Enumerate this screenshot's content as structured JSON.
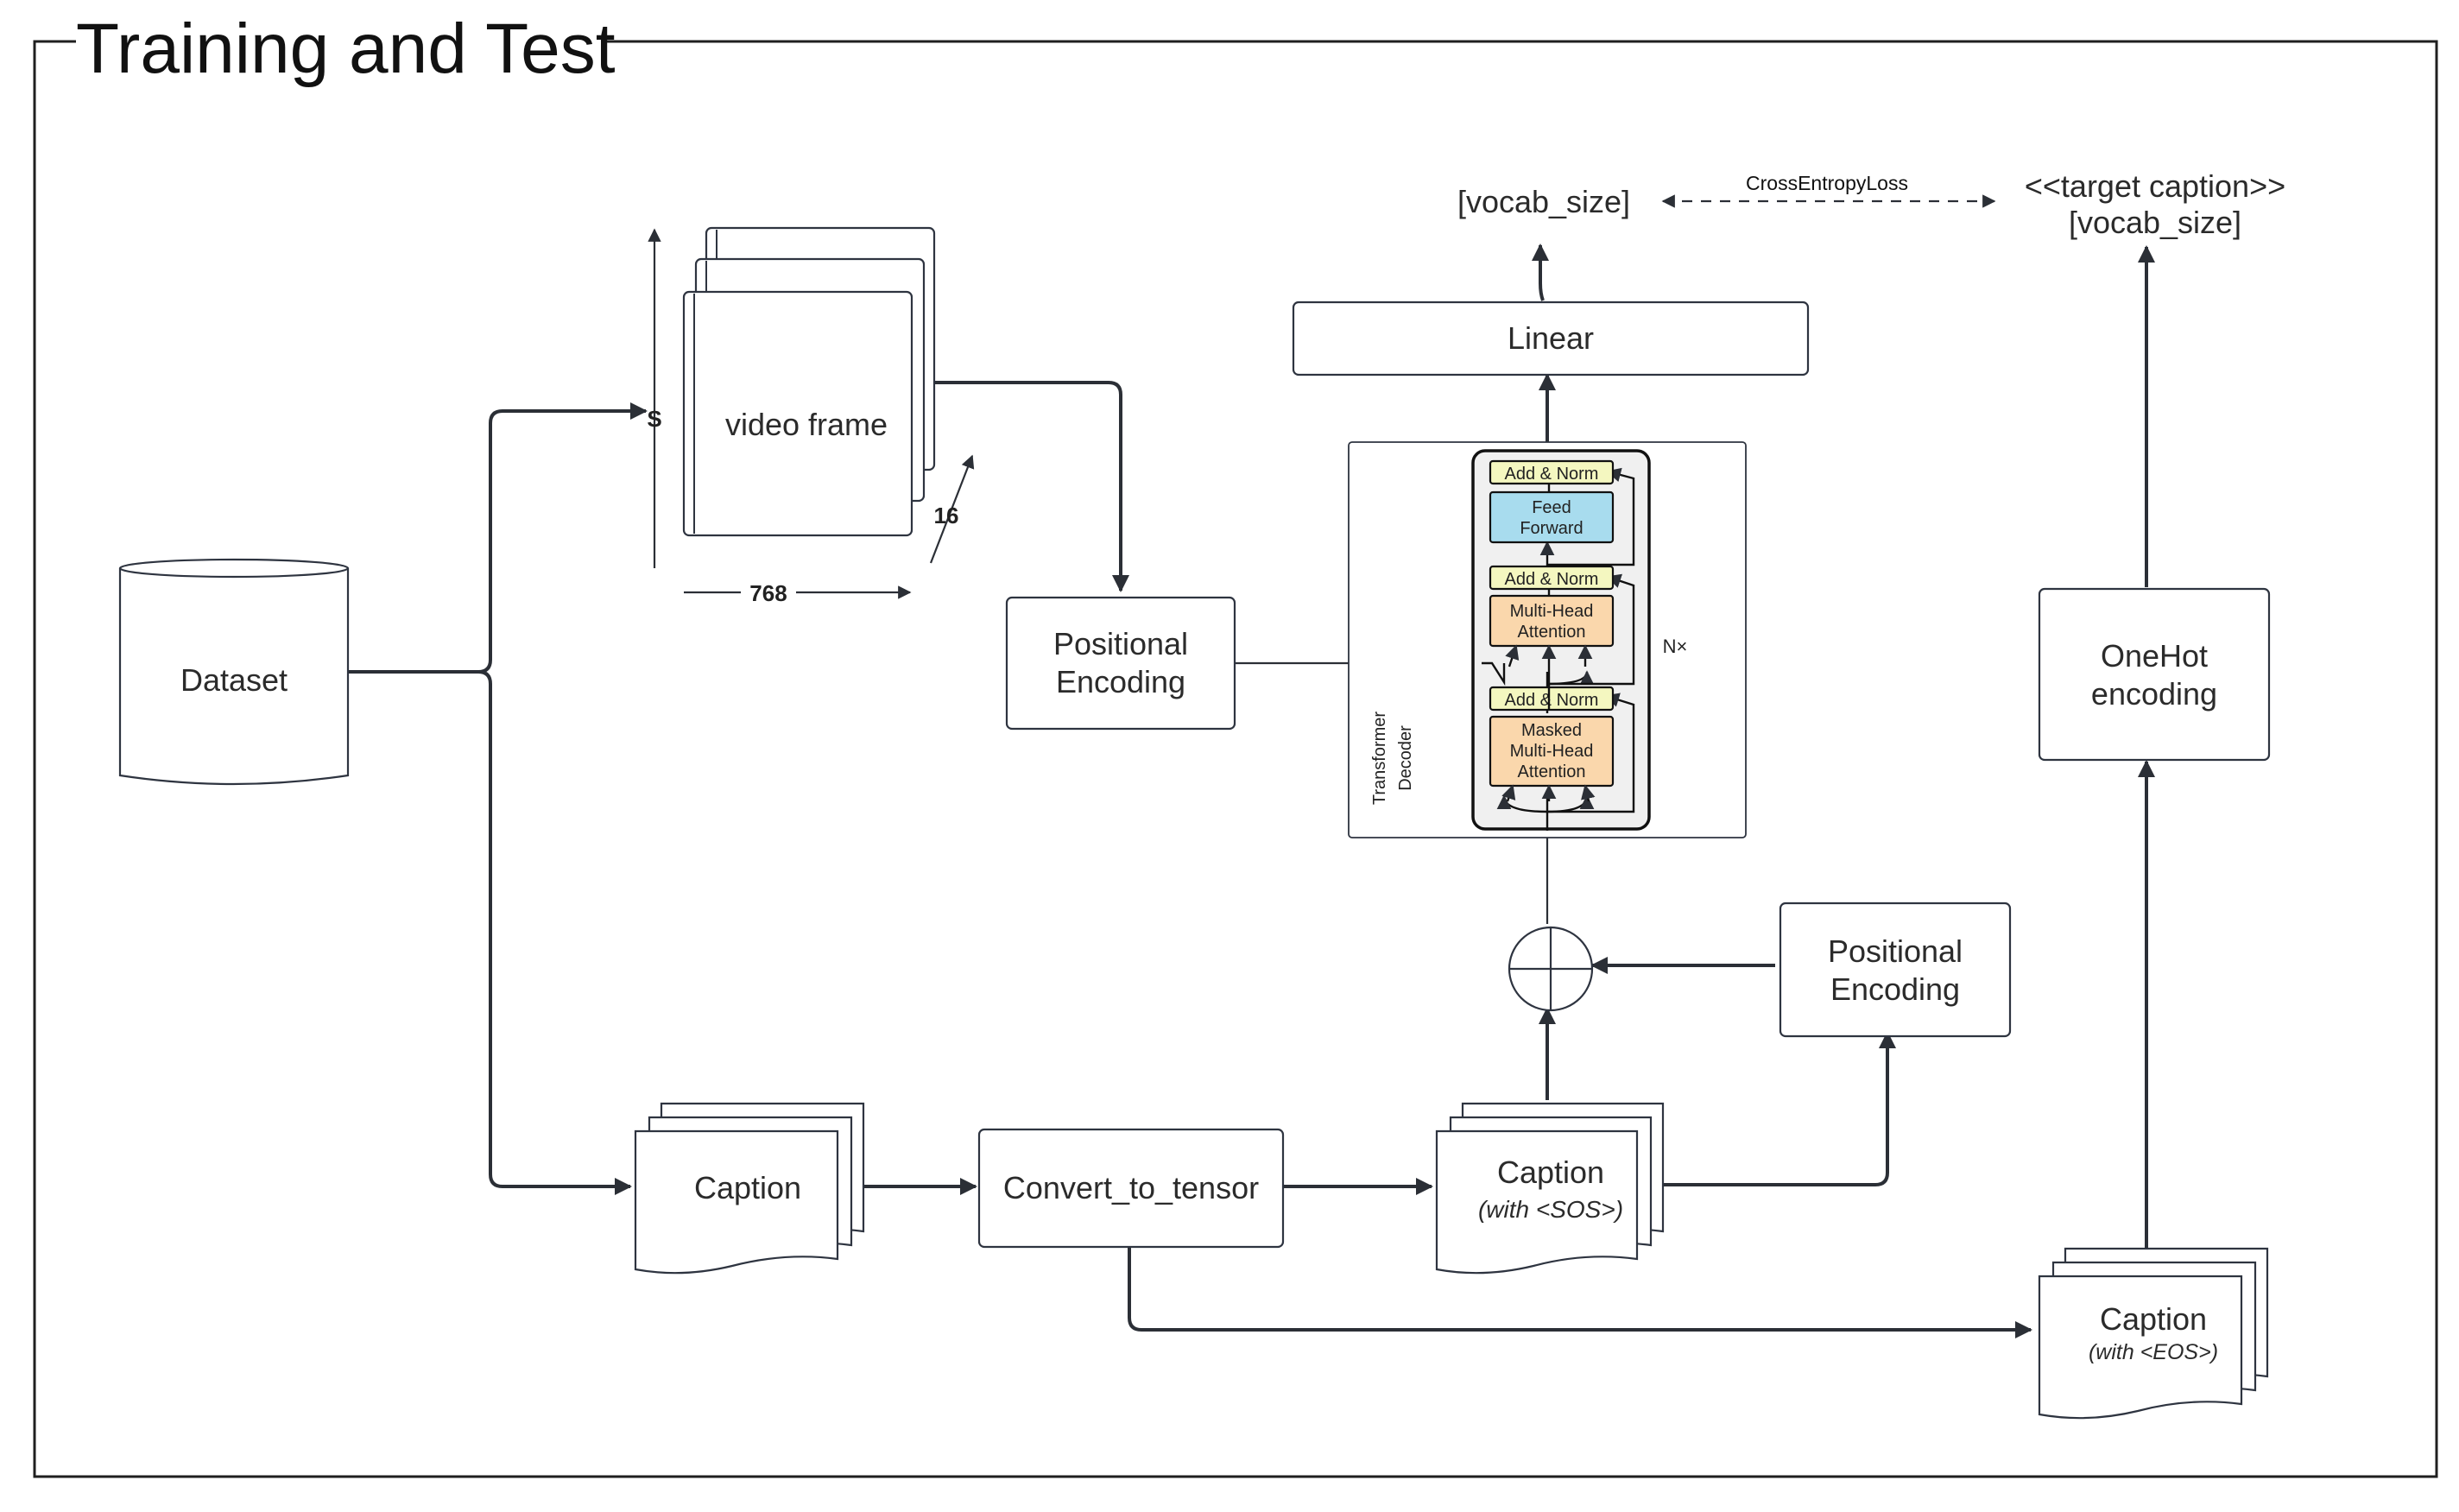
{
  "title": "Training and Test",
  "nodes": {
    "dataset": "Dataset",
    "video_frame": "video frame",
    "dim_s": "S",
    "dim_16": "16",
    "dim_768": "768",
    "pos_enc_top": [
      "Positional",
      "Encoding"
    ],
    "pos_enc_bottom": [
      "Positional",
      "Encoding"
    ],
    "caption_left": "Caption",
    "convert": "Convert_to_tensor",
    "caption_sos": "Caption",
    "caption_sos_sub": "(with <SOS>)",
    "caption_eos": "Caption",
    "caption_eos_sub": "(with <EOS>)",
    "onehot": [
      "OneHot",
      "encoding"
    ],
    "linear": "Linear",
    "vocab_out": "[vocab_size]",
    "target_line1": "<<target caption>>",
    "target_line2": "[vocab_size]",
    "loss": "CrossEntropyLoss"
  },
  "decoder": {
    "label_line1": "Transformer",
    "label_line2": "Decoder",
    "repeat": "N×",
    "add_norm": "Add & Norm",
    "feed_forward": [
      "Feed",
      "Forward"
    ],
    "mha": [
      "Multi-Head",
      "Attention"
    ],
    "masked_mha": [
      "Masked",
      "Multi-Head",
      "Attention"
    ]
  },
  "colors": {
    "add_norm": "#f4f7c0",
    "feed_forward": "#a8dcee",
    "attention": "#fad7ac",
    "decoder_bg": "#f0f0f0"
  }
}
